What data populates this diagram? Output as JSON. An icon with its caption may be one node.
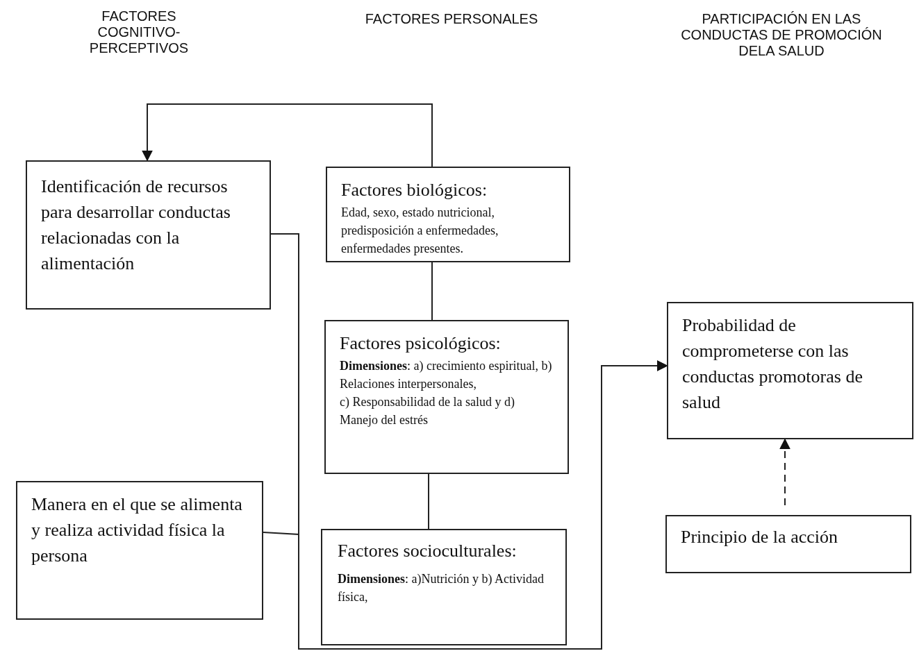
{
  "diagram": {
    "nodes": [
      {
        "text": [
          "Identificación de recursos para desarrollar conductas relacionadas con la alimentación"
        ]
      },
      {
        "text": [
          "Factores biológicos:",
          "Edad, sexo, estado nutricional, predisposición a enfermedades, enfermedades presentes."
        ]
      },
      {
        "text": [
          "Factores psicológicos:",
          "**Dimensiones**: a) crecimiento espiritual, b) Relaciones interpersonales,",
          "c) Responsabilidad de la salud y d) Manejo del estrés"
        ]
      },
      {
        "text": [
          "Manera en el que se alimenta y realiza actividad física  la persona"
        ]
      },
      {
        "text": [
          "Factores socioculturales:",
          "**Dimensiones**: a)Nutrición y  b) Actividad física,"
        ]
      },
      {
        "text": [
          "Probabilidad de comprometerse con las conductas promotoras de salud"
        ]
      },
      {
        "text": [
          "Principio de la acción"
        ]
      }
    ],
    "edges": [
      {
        "from": 1,
        "to": 0,
        "arrow": "to"
      },
      {
        "from": 1,
        "to": 2,
        "arrow": "none"
      },
      {
        "from": 2,
        "to": 4,
        "arrow": "none"
      },
      {
        "from": 0,
        "to": 5,
        "arrow": "to"
      },
      {
        "from": 3,
        "to": 5,
        "arrow": "to"
      },
      {
        "from": 6,
        "to": 5,
        "arrow": "to",
        "style": "dashed"
      }
    ],
    "labels": [
      "FACTORES COGNITIVO-PERCEPTIVOS",
      "FACTORES PERSONALES",
      "PARTICIPACIÓN EN LAS CONDUCTAS DE PROMOCIÓN DELA SALUD"
    ]
  }
}
